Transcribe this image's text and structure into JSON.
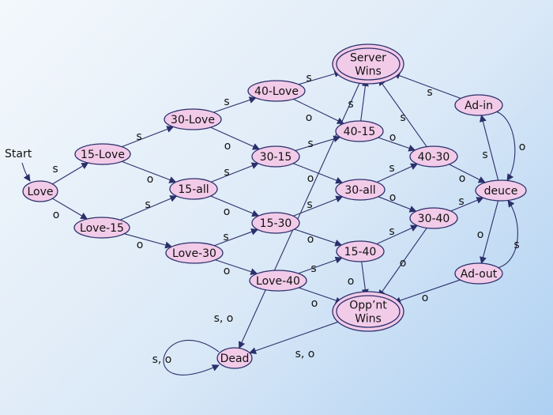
{
  "diagram": {
    "start_label": "Start",
    "nodes": [
      {
        "id": "love",
        "label": [
          "Love"
        ]
      },
      {
        "id": "15-love",
        "label": [
          "15-Love"
        ]
      },
      {
        "id": "love-15",
        "label": [
          "Love-15"
        ]
      },
      {
        "id": "30-love",
        "label": [
          "30-Love"
        ]
      },
      {
        "id": "15-all",
        "label": [
          "15-all"
        ]
      },
      {
        "id": "love-30",
        "label": [
          "Love-30"
        ]
      },
      {
        "id": "40-love",
        "label": [
          "40-Love"
        ]
      },
      {
        "id": "30-15",
        "label": [
          "30-15"
        ]
      },
      {
        "id": "15-30",
        "label": [
          "15-30"
        ]
      },
      {
        "id": "love-40",
        "label": [
          "Love-40"
        ]
      },
      {
        "id": "40-15",
        "label": [
          "40-15"
        ]
      },
      {
        "id": "30-all",
        "label": [
          "30-all"
        ]
      },
      {
        "id": "15-40",
        "label": [
          "15-40"
        ]
      },
      {
        "id": "40-30",
        "label": [
          "40-30"
        ]
      },
      {
        "id": "30-40",
        "label": [
          "30-40"
        ]
      },
      {
        "id": "deuce",
        "label": [
          "deuce"
        ]
      },
      {
        "id": "ad-in",
        "label": [
          "Ad-in"
        ]
      },
      {
        "id": "ad-out",
        "label": [
          "Ad-out"
        ]
      },
      {
        "id": "server-wins",
        "label": [
          "Server",
          "Wins"
        ]
      },
      {
        "id": "opponent-wins",
        "label": [
          "Opp’nt",
          "Wins"
        ]
      },
      {
        "id": "dead",
        "label": [
          "Dead"
        ]
      }
    ],
    "edges": [
      {
        "from": "love",
        "to": "15-love",
        "label": "s"
      },
      {
        "from": "love",
        "to": "love-15",
        "label": "o"
      },
      {
        "from": "15-love",
        "to": "30-love",
        "label": "s"
      },
      {
        "from": "15-love",
        "to": "15-all",
        "label": "o"
      },
      {
        "from": "love-15",
        "to": "15-all",
        "label": "s"
      },
      {
        "from": "love-15",
        "to": "love-30",
        "label": "o"
      },
      {
        "from": "30-love",
        "to": "40-love",
        "label": "s"
      },
      {
        "from": "30-love",
        "to": "30-15",
        "label": "o"
      },
      {
        "from": "15-all",
        "to": "30-15",
        "label": "s"
      },
      {
        "from": "15-all",
        "to": "15-30",
        "label": "o"
      },
      {
        "from": "love-30",
        "to": "15-30",
        "label": "s"
      },
      {
        "from": "love-30",
        "to": "love-40",
        "label": "o"
      },
      {
        "from": "40-love",
        "to": "server-wins",
        "label": "s"
      },
      {
        "from": "40-love",
        "to": "40-15",
        "label": "o"
      },
      {
        "from": "30-15",
        "to": "40-15",
        "label": "s"
      },
      {
        "from": "30-15",
        "to": "30-all",
        "label": "o"
      },
      {
        "from": "15-30",
        "to": "30-all",
        "label": "s"
      },
      {
        "from": "15-30",
        "to": "15-40",
        "label": "o"
      },
      {
        "from": "love-40",
        "to": "15-40",
        "label": "s"
      },
      {
        "from": "love-40",
        "to": "opponent-wins",
        "label": "o"
      },
      {
        "from": "40-15",
        "to": "server-wins",
        "label": "s"
      },
      {
        "from": "40-15",
        "to": "40-30",
        "label": "o"
      },
      {
        "from": "30-all",
        "to": "40-30",
        "label": "s"
      },
      {
        "from": "30-all",
        "to": "30-40",
        "label": "o"
      },
      {
        "from": "15-40",
        "to": "30-40",
        "label": "s"
      },
      {
        "from": "15-40",
        "to": "opponent-wins",
        "label": "o"
      },
      {
        "from": "40-30",
        "to": "server-wins",
        "label": "s"
      },
      {
        "from": "40-30",
        "to": "deuce",
        "label": "o"
      },
      {
        "from": "30-40",
        "to": "deuce",
        "label": "s"
      },
      {
        "from": "30-40",
        "to": "opponent-wins",
        "label": "o"
      },
      {
        "from": "deuce",
        "to": "ad-in",
        "label": "s"
      },
      {
        "from": "deuce",
        "to": "ad-out",
        "label": "o"
      },
      {
        "from": "ad-in",
        "to": "server-wins",
        "label": "s"
      },
      {
        "from": "ad-in",
        "to": "deuce",
        "label": "o"
      },
      {
        "from": "ad-out",
        "to": "deuce",
        "label": "s"
      },
      {
        "from": "ad-out",
        "to": "opponent-wins",
        "label": "o"
      },
      {
        "from": "server-wins",
        "to": "dead",
        "label": "s, o"
      },
      {
        "from": "opponent-wins",
        "to": "dead",
        "label": "s, o"
      },
      {
        "from": "dead",
        "to": "dead",
        "label": "s, o"
      }
    ],
    "colors": {
      "node_fill": "#f2cbe8",
      "node_stroke": "#2b2f6b",
      "edge": "#2b2f6b",
      "background_light": "#f4f8fc",
      "background_dark": "#aed0f2"
    }
  }
}
